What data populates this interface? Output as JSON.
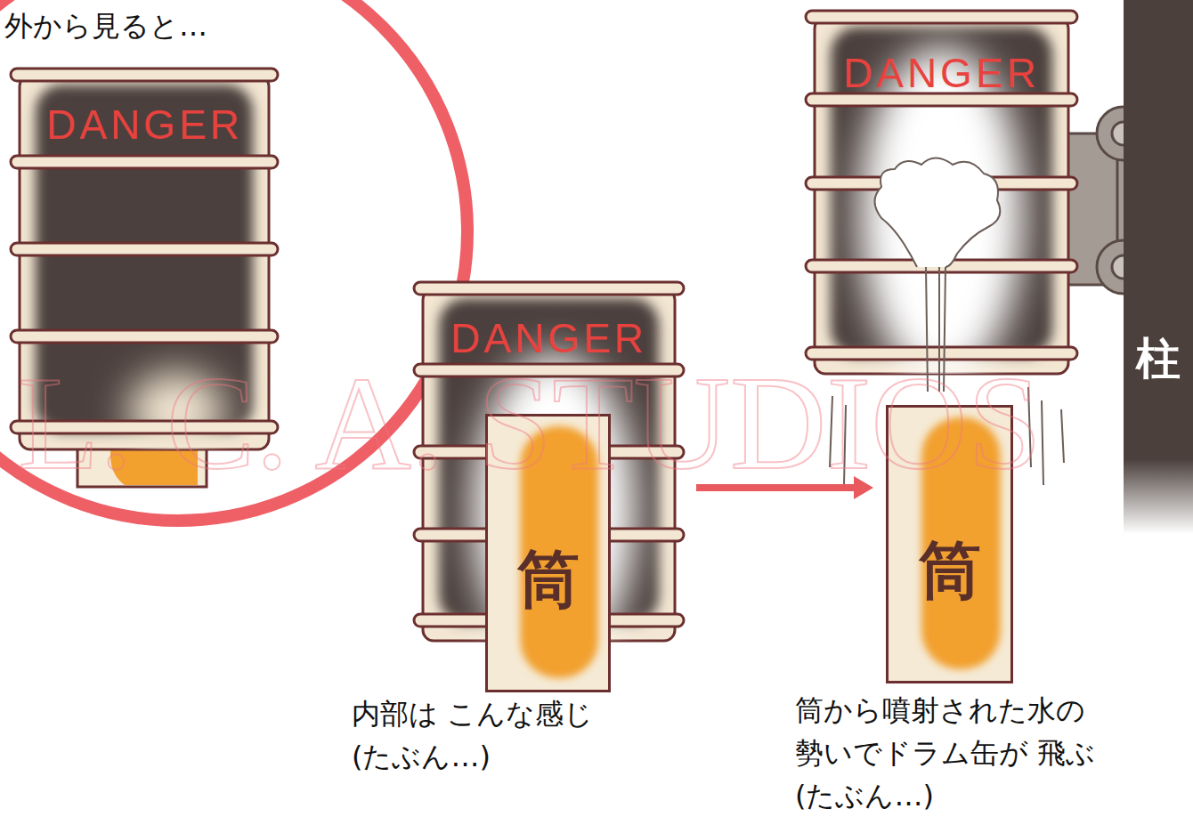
{
  "diagram": {
    "nodes": [
      {
        "text": [
          "DANGER"
        ]
      },
      {
        "text": [
          "DANGER"
        ]
      },
      {
        "text": [
          "筒"
        ]
      },
      {
        "text": [
          "DANGER"
        ]
      },
      {
        "text": [
          "筒"
        ]
      },
      {
        "text": [
          "柱"
        ]
      }
    ],
    "edges": [
      {
        "from": 1,
        "to": 4,
        "arrow": "to"
      }
    ],
    "labels": [
      "外から見ると…",
      "内部は こんな感じ(たぶん…)",
      "筒から噴射された水の 勢いでドラム缶が 飛ぶ (たぶん…)",
      "L. C. A. STUDIOS"
    ]
  }
}
